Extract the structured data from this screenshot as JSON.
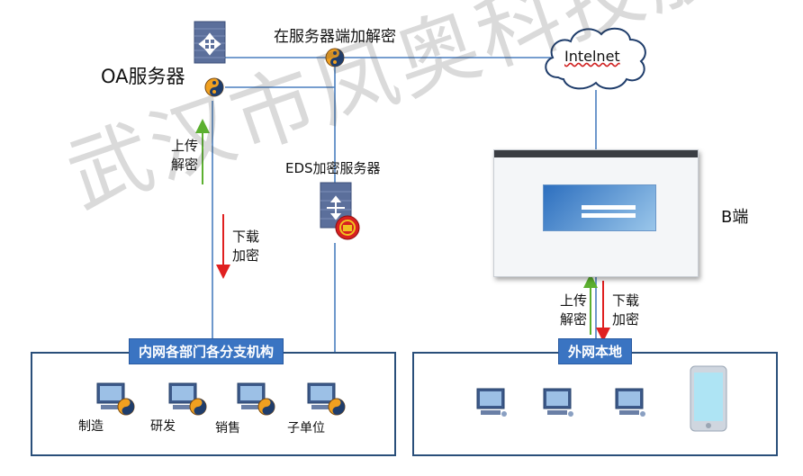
{
  "labels": {
    "decrypt_at_server": "在服务器端加解密",
    "oa_server": "OA服务器",
    "internet": "Intelnet",
    "upload": "上传",
    "decrypt": "解密",
    "download": "下载",
    "encrypt": "加密",
    "eds_server": "EDS加密服务器",
    "b_end": "B端"
  },
  "internal": {
    "title": "内网各部门各分支机构",
    "nodes": [
      "制造",
      "研发",
      "销售",
      "子单位"
    ]
  },
  "external": {
    "title": "外网本地"
  },
  "watermark": "武汉市凤奥科技股份有限公司",
  "colors": {
    "line": "#4a7fbf",
    "arrow_up": "#5cb030",
    "arrow_down": "#e02020",
    "box_border": "#2a4f7a",
    "box_title": "#3a74c2"
  }
}
